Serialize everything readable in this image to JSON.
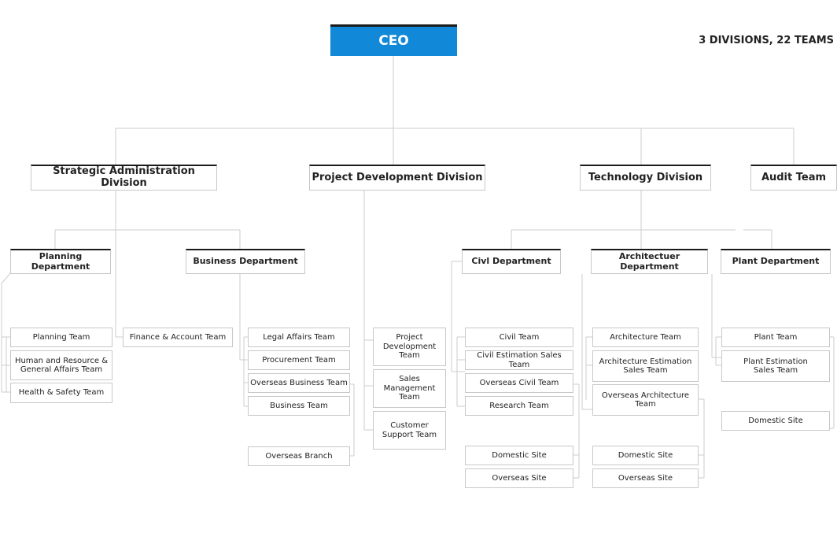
{
  "summary": "3 DIVISIONS, 22 TEAMS",
  "ceo": "CEO",
  "divisions": {
    "strategic": "Strategic Administration Division",
    "project": "Project Development Division",
    "technology": "Technology Division",
    "audit": "Audit Team"
  },
  "departments": {
    "planning": "Planning Department",
    "business": "Business Department",
    "civil": "Civl Department",
    "architecture": "Architectuer Department",
    "plant": "Plant Department"
  },
  "teams": {
    "planning": [
      "Planning Team",
      "Human and Resource & General Affairs Team",
      "Health & Safety Team"
    ],
    "finance": "Finance & Account Team",
    "business": [
      "Legal Affairs Team",
      "Procurement Team",
      "Overseas Business Team",
      "Business Team",
      "Overseas Branch"
    ],
    "project": [
      "Project Development Team",
      "Sales Management Team",
      "Customer Support Team"
    ],
    "civil": [
      "Civil Team",
      "Civil Estimation Sales Team",
      "Overseas Civil Team",
      "Research Team",
      "Domestic Site",
      "Overseas Site"
    ],
    "architecture": [
      "Architecture Team",
      "Architecture Estimation Sales Team",
      "Overseas Architecture Team",
      "Domestic Site",
      "Overseas Site"
    ],
    "plant": [
      "Plant Team",
      "Plant Estimation Sales Team",
      "Domestic Site"
    ]
  },
  "colors": {
    "ceo_fill": "#1188d8",
    "header_rule": "#1b1b1b",
    "connector": "#cccccc"
  }
}
